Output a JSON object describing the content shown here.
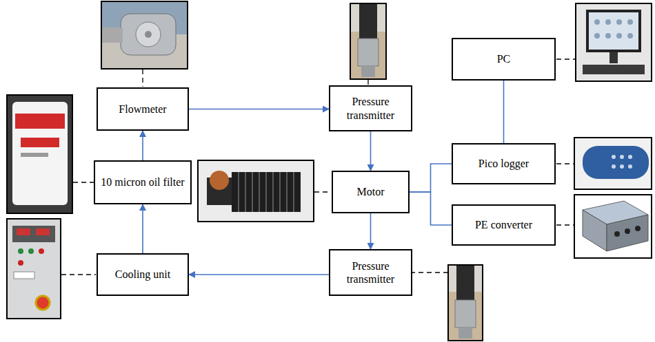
{
  "diagram": {
    "nodes": [
      {
        "text": [
          "Flowmeter"
        ]
      },
      {
        "text": [
          "Pressure transmitter"
        ]
      },
      {
        "text": [
          "PC"
        ]
      },
      {
        "text": [
          "Pico logger"
        ]
      },
      {
        "text": [
          "10 micron oil filter"
        ]
      },
      {
        "text": [
          "Motor"
        ]
      },
      {
        "text": [
          "PE converter"
        ]
      },
      {
        "text": [
          "Cooling unit"
        ]
      },
      {
        "text": [
          "Pressure transmitter"
        ]
      }
    ],
    "edges": [
      {
        "from": 4,
        "to": 0,
        "arrow": "to"
      },
      {
        "from": 7,
        "to": 4,
        "arrow": "to"
      },
      {
        "from": 0,
        "to": 1,
        "arrow": "to"
      },
      {
        "from": 1,
        "to": 5,
        "arrow": "to"
      },
      {
        "from": 5,
        "to": 8,
        "arrow": "to"
      },
      {
        "from": 8,
        "to": 7,
        "arrow": "to"
      },
      {
        "from": 5,
        "to": 3,
        "arrow": "none"
      },
      {
        "from": 5,
        "to": 6,
        "arrow": "none"
      },
      {
        "from": 3,
        "to": 2,
        "arrow": "none"
      }
    ]
  }
}
